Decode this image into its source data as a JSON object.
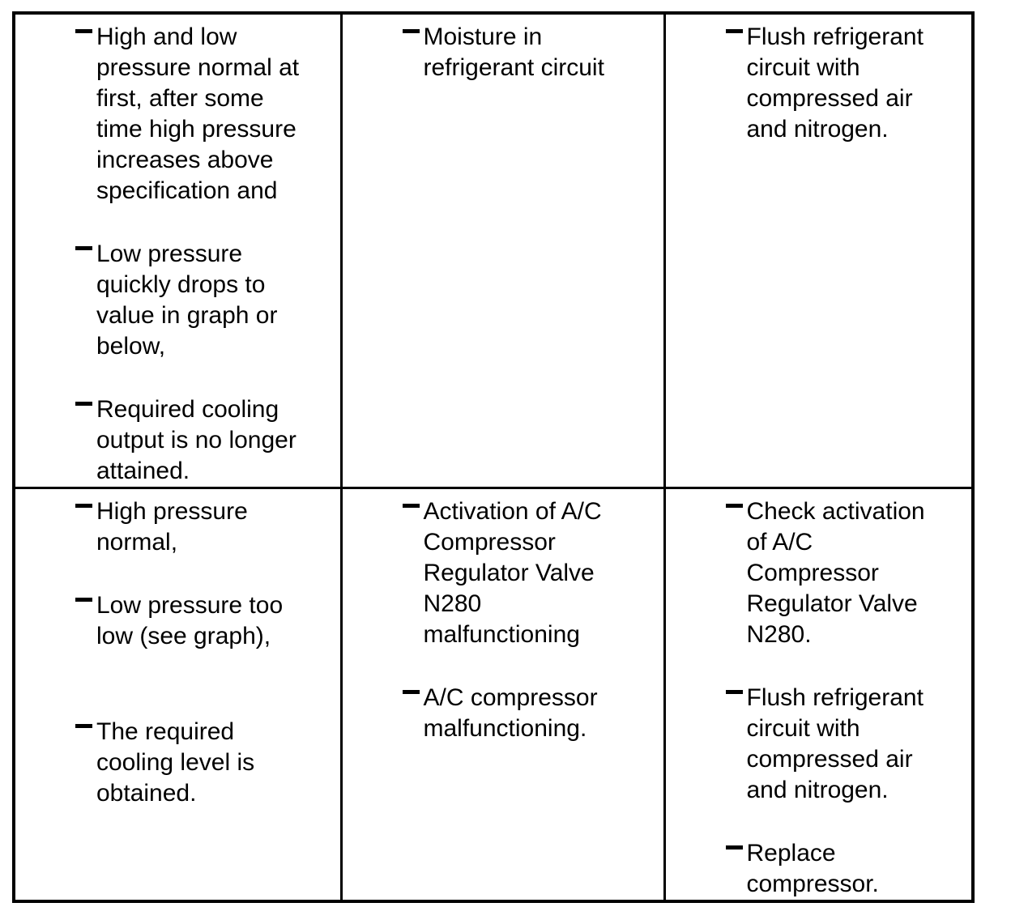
{
  "style": {
    "page_background": "#ffffff",
    "ink_color": "#000000",
    "border_color": "#000000"
  },
  "table": {
    "rows": [
      {
        "cells": [
          {
            "items": [
              "High and low\npressure normal at\nfirst, after some\ntime high pressure\nincreases above\nspecification and",
              "Low pressure\nquickly drops to\nvalue in graph or\nbelow,",
              "Required cooling\noutput is no longer\nattained."
            ]
          },
          {
            "items": [
              "Moisture in\nrefrigerant circuit"
            ]
          },
          {
            "items": [
              "Flush refrigerant\ncircuit with\ncompressed air\nand nitrogen."
            ]
          }
        ]
      },
      {
        "cells": [
          {
            "items": [
              "High pressure\nnormal,",
              "Low pressure too\nlow (see graph),",
              "The required\ncooling level is\nobtained."
            ]
          },
          {
            "items": [
              "Activation of A/C\nCompressor\nRegulator Valve\nN280\nmalfunctioning",
              "A/C compressor\nmalfunctioning."
            ]
          },
          {
            "items": [
              "Check activation\nof A/C\nCompressor\nRegulator Valve\nN280.",
              "Flush refrigerant\ncircuit with\ncompressed air\nand nitrogen.",
              "Replace\ncompressor."
            ]
          }
        ]
      }
    ]
  }
}
